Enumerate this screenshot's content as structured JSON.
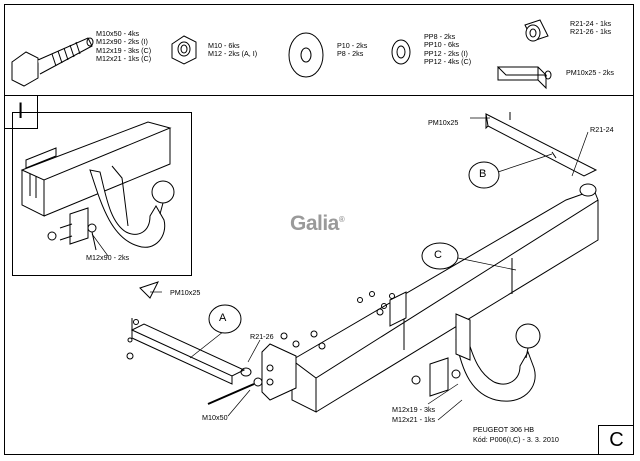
{
  "parts_legend": {
    "bolts": [
      "M10x50 - 4ks",
      "M12x90 - 2ks (I)",
      "M12x19 - 3ks (C)",
      "M12x21 - 1ks (C)"
    ],
    "nuts": [
      "M10 - 6ks",
      "M12 - 2ks (A, I)"
    ],
    "washers": [
      "P10 - 2ks",
      "P8 - 2ks"
    ],
    "spring_washers": [
      "PP8 - 2ks",
      "PP10 - 6ks",
      "PP12 - 2ks (I)",
      "PP12 - 4ks (C)"
    ],
    "spacers": [
      "R21-24 - 1ks",
      "R21-26 - 1ks"
    ],
    "plate": "PM10x25 - 2ks"
  },
  "view_labels": {
    "inset": "I",
    "main": "C"
  },
  "inset": {
    "callout": "M12x90 - 2ks"
  },
  "main": {
    "pm_top": "PM10x25",
    "r21_24": "R21-24",
    "b": "B",
    "c": "C",
    "a": "A",
    "pm_left": "PM10x25",
    "r21_26": "R21-26",
    "m10x50": "M10x50",
    "m12x19": "M12x19 - 3ks",
    "m12x21": "M12x21 - 1ks"
  },
  "logo": {
    "text": "Galia",
    "mark": "®"
  },
  "footer": {
    "model": "PEUGEOT 306 HB",
    "code": "Kód: P006(I,C) - 3. 3. 2010"
  }
}
